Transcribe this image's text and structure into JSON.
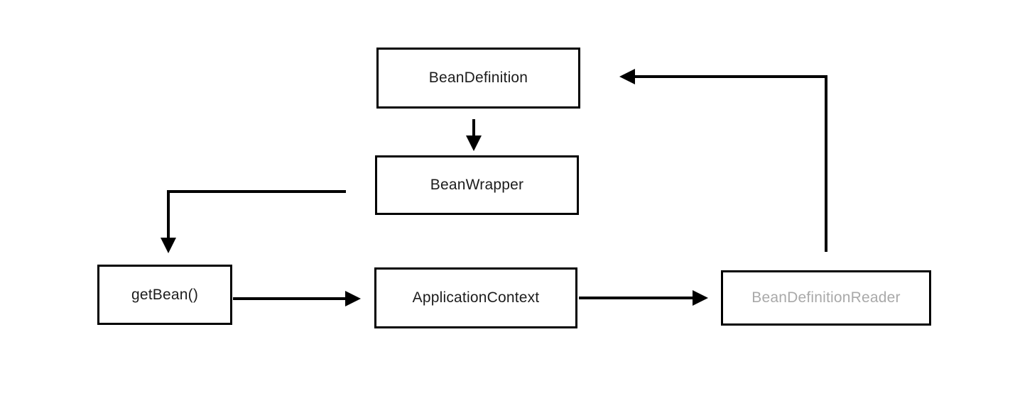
{
  "diagram": {
    "title": "Spring bean creation flow diagram",
    "colors": {
      "background": "#ffffff",
      "box_border": "#000000",
      "arrow": "#000000",
      "text_primary": "#1c1c1c",
      "text_muted": "#a9a9a9"
    },
    "nodes": [
      {
        "id": "bean-definition",
        "label": "BeanDefinition",
        "text_color": "#1c1c1c"
      },
      {
        "id": "bean-wrapper",
        "label": "BeanWrapper",
        "text_color": "#1c1c1c"
      },
      {
        "id": "get-bean",
        "label": "getBean()",
        "text_color": "#1c1c1c"
      },
      {
        "id": "application-context",
        "label": "ApplicationContext",
        "text_color": "#1c1c1c"
      },
      {
        "id": "bean-definition-reader",
        "label": "BeanDefinitionReader",
        "text_color": "#a9a9a9"
      }
    ],
    "edges": [
      {
        "name": "beandefinition-to-beanwrapper",
        "from": "BeanDefinition",
        "to": "BeanWrapper",
        "shape": "straight-down"
      },
      {
        "name": "beanwrapper-to-getbean",
        "from": "BeanWrapper",
        "to": "getBean()",
        "shape": "elbow-left-then-down"
      },
      {
        "name": "getbean-to-applicationcontext",
        "from": "getBean()",
        "to": "ApplicationContext",
        "shape": "straight-right"
      },
      {
        "name": "applicationcontext-to-beandefinitionreader",
        "from": "ApplicationContext",
        "to": "BeanDefinitionReader",
        "shape": "straight-right"
      },
      {
        "name": "beandefinitionreader-to-beandefinition",
        "from": "BeanDefinitionReader",
        "to": "BeanDefinition",
        "shape": "elbow-up-then-left"
      }
    ]
  }
}
